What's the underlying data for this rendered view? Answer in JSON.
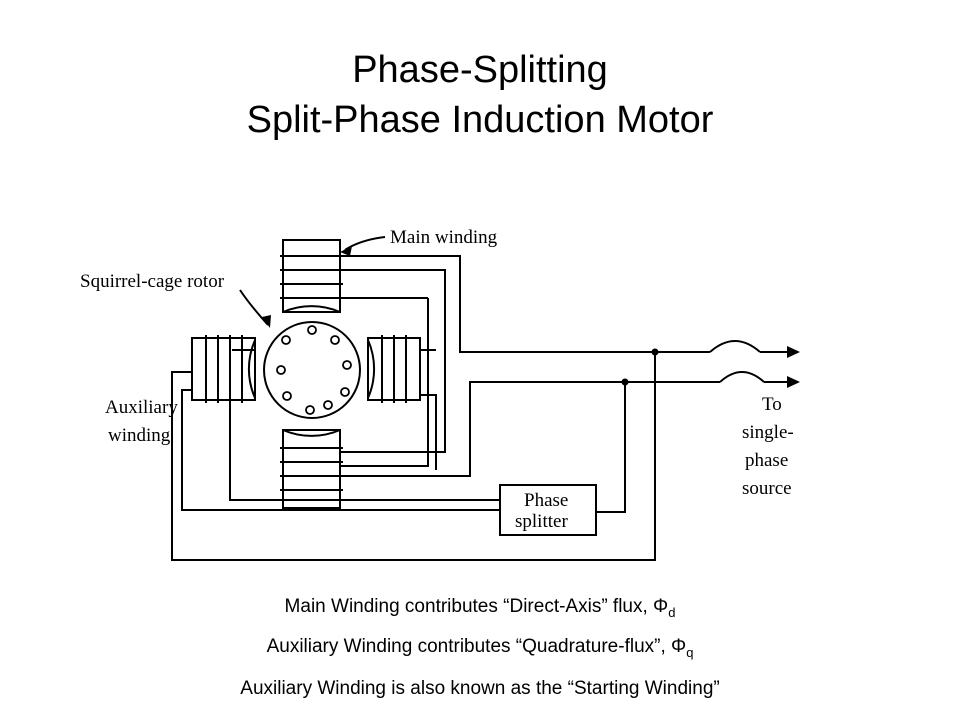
{
  "title": {
    "line1": "Phase-Splitting",
    "line2": "Split-Phase Induction Motor"
  },
  "diagram": {
    "labels": {
      "main_winding": "Main winding",
      "rotor": "Squirrel-cage rotor",
      "aux_line1": "Auxiliary",
      "aux_line2": "winding",
      "source_line1": "To",
      "source_line2": "single-",
      "source_line3": "phase",
      "source_line4": "source",
      "splitter_line1": "Phase",
      "splitter_line2": "splitter"
    }
  },
  "captions": {
    "c1_text": "Main Winding contributes “Direct-Axis” flux, Φ",
    "c1_sub": "d",
    "c2_text": "Auxiliary Winding contributes “Quadrature-flux”, Φ",
    "c2_sub": "q",
    "c3_text": "Auxiliary Winding is also known as the “Starting Winding”"
  }
}
